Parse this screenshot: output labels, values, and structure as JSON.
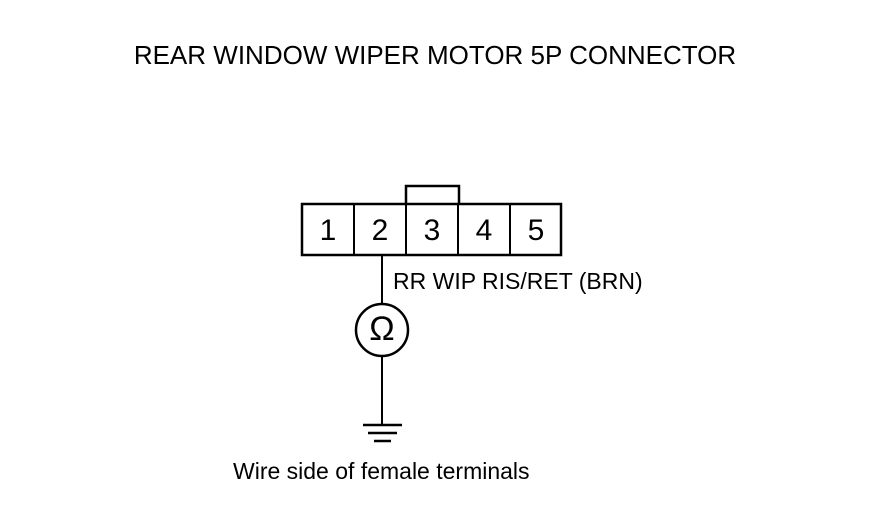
{
  "title": "REAR WINDOW WIPER MOTOR 5P CONNECTOR",
  "connector": {
    "pins": [
      "1",
      "2",
      "3",
      "4",
      "5"
    ]
  },
  "wire_label": "RR WIP RIS/RET (BRN)",
  "meter_symbol": "Ω",
  "view_note": "Wire side of female terminals"
}
